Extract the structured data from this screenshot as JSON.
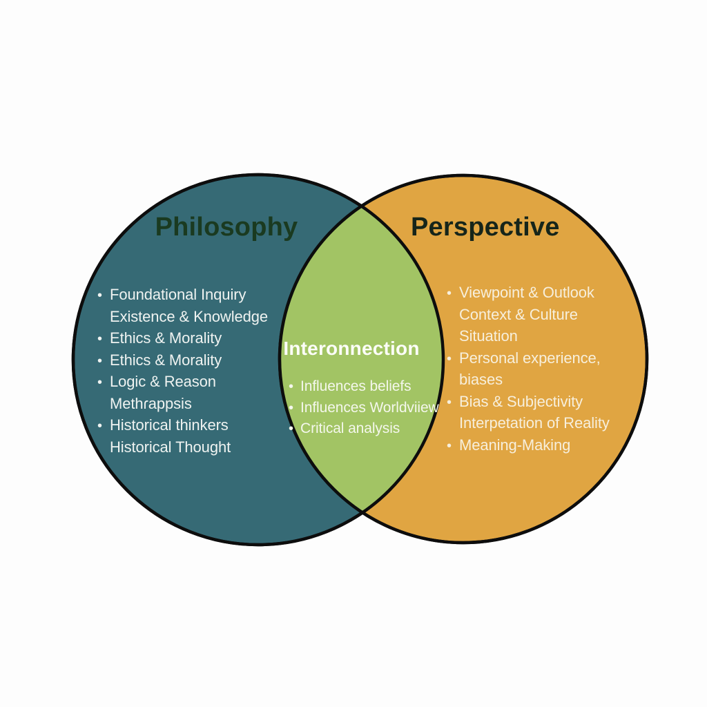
{
  "ui": {
    "bullet_char": "•"
  },
  "colors": {
    "background": "#fdfdfd",
    "philosophy_fill": "#366a75",
    "perspective_fill": "#e0a542",
    "intersection_fill": "#a2c464",
    "outline": "#0d0d0d",
    "philosophy_title_color": "#1a3a20",
    "perspective_title_color": "#16251a",
    "body_text_color": "#f2f4f0"
  },
  "diagram": {
    "type": "venn-2-circle",
    "left": {
      "title": "Philosophy",
      "items": [
        {
          "text": "Foundational Inquiry",
          "bullet": true
        },
        {
          "text": "Existence & Knowledge",
          "bullet": false
        },
        {
          "text": "Ethics & Morality",
          "bullet": true
        },
        {
          "text": "Ethics & Morality",
          "bullet": true
        },
        {
          "text": "Logic & Reason",
          "bullet": true
        },
        {
          "text": "Methɾappsis",
          "bullet": false
        },
        {
          "text": "Historical thinkers",
          "bullet": true
        },
        {
          "text": "Historical Thought",
          "bullet": false
        }
      ]
    },
    "center": {
      "title": "Interonnection",
      "items": [
        {
          "text": "Influences beliefs",
          "bullet": true
        },
        {
          "text": "Influences Worldviiew",
          "bullet": true
        },
        {
          "text": "Critical analysis",
          "bullet": true
        }
      ]
    },
    "right": {
      "title": "Perspective",
      "items": [
        {
          "text": "Viewpoint & Outlook",
          "bullet": true
        },
        {
          "text": "Context & Culture",
          "bullet": false
        },
        {
          "text": "Situation",
          "bullet": false
        },
        {
          "text": "Personal experience,",
          "bullet": true
        },
        {
          "text": "biases",
          "bullet": false
        },
        {
          "text": "Bias & Subjectivity",
          "bullet": true
        },
        {
          "text": "Interpetation of Reality",
          "bullet": false
        },
        {
          "text": "Meaning-Making",
          "bullet": true
        }
      ]
    }
  }
}
